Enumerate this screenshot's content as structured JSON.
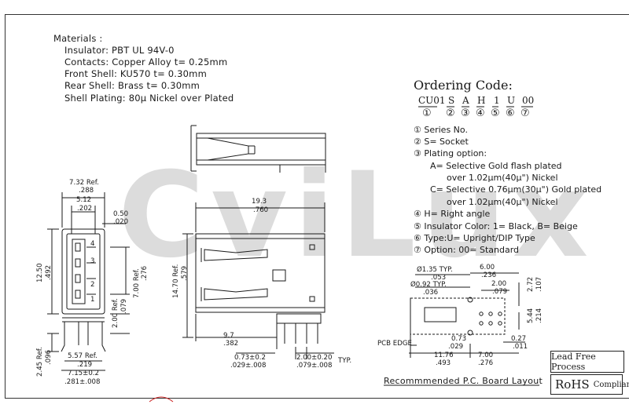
{
  "materials": {
    "heading": "Materials :",
    "lines": [
      "Insulator: PBT   UL 94V-0",
      "Contacts: Copper Alloy t= 0.25mm",
      "Front Shell: KU570 t= 0.30mm",
      "Rear Shell: Brass t= 0.30mm",
      "Shell Plating: 80μ Nickel over Plated"
    ]
  },
  "ordering": {
    "title": "Ordering Code:",
    "parts": [
      "CU01",
      "S",
      "A",
      "H",
      "1",
      "U",
      "00"
    ],
    "markers": [
      "①",
      "②",
      "③",
      "④",
      "⑤",
      "⑥",
      "⑦"
    ],
    "lines": [
      "① Series No.",
      "② S= Socket",
      "③ Plating option:",
      "A= Selective Gold flash plated",
      "over 1.02μm(40μ\") Nickel",
      "C= Selective 0.76μm(30μ\") Gold plated",
      "over 1.02μm(40μ\") Nickel",
      "④ H= Right angle",
      "⑤ Insulator Color: 1= Black, B= Beige",
      "⑥ Type:U= Upright/DIP Type",
      "⑦ Option: 00= Standard"
    ]
  },
  "dimensions": {
    "front_width_mm": "7.32 Ref.",
    "front_width_in": ".288",
    "opening_mm": "5.12",
    "opening_in": ".202",
    "wall_mm": "0.50",
    "wall_in": ".020",
    "height_mm": "12.50",
    "height_in": ".492",
    "pin_h_mm": "7.00 Ref.",
    "pin_h_in": ".276",
    "foot_mm": "2.00 Ref.",
    "foot_in": ".079",
    "lead_mm": "2.45 Ref.",
    "lead_in": ".096",
    "pin_span_mm": "5.57 Ref.",
    "pin_span_in": ".219",
    "peg_span_mm": "7.15±0.2",
    "peg_span_in": ".281±.008",
    "length_mm": "19.3",
    "length_in": ".760",
    "side_h_mm": "14.70 Ref.",
    "side_h_in": ".579",
    "depth_mm": "9.7",
    "depth_in": ".382",
    "pin_w_mm": "0.73±0.2",
    "pin_w_in": ".029±.008",
    "pitch_mm": "2.00±0.20",
    "pitch_in": ".079±.008",
    "typ": "TYP.",
    "pcb_hole_mm": "Ø1.35 TYP.",
    "pcb_hole_in": ".053",
    "pcb_hole2_mm": "Ø0.92 TYP.",
    "pcb_hole2_in": ".036",
    "pcb_6_mm": "6.00",
    "pcb_6_in": ".236",
    "pcb_2_mm": "2.00",
    "pcb_2_in": ".079",
    "pcb_272_mm": "2.72",
    "pcb_272_in": ".107",
    "pcb_544_mm": "5.44",
    "pcb_544_in": ".214",
    "pcb_073_mm": "0.73",
    "pcb_073_in": ".029",
    "pcb_027_mm": "0.27",
    "pcb_027_in": ".011",
    "pcb_1176_mm": "11.76",
    "pcb_1176_in": ".493",
    "pcb_7_mm": "7.00",
    "pcb_7_in": ".276",
    "pcb_edge": "PCB EDGE",
    "pin_labels": [
      "4",
      "3",
      "2",
      "1"
    ]
  },
  "layout_caption": "Recommmended P.C. Board Layout",
  "badges": {
    "lead_free": "Lead Free Process",
    "rohs": "RoHS",
    "compliant": "Compliant"
  },
  "watermark": "CviLux"
}
